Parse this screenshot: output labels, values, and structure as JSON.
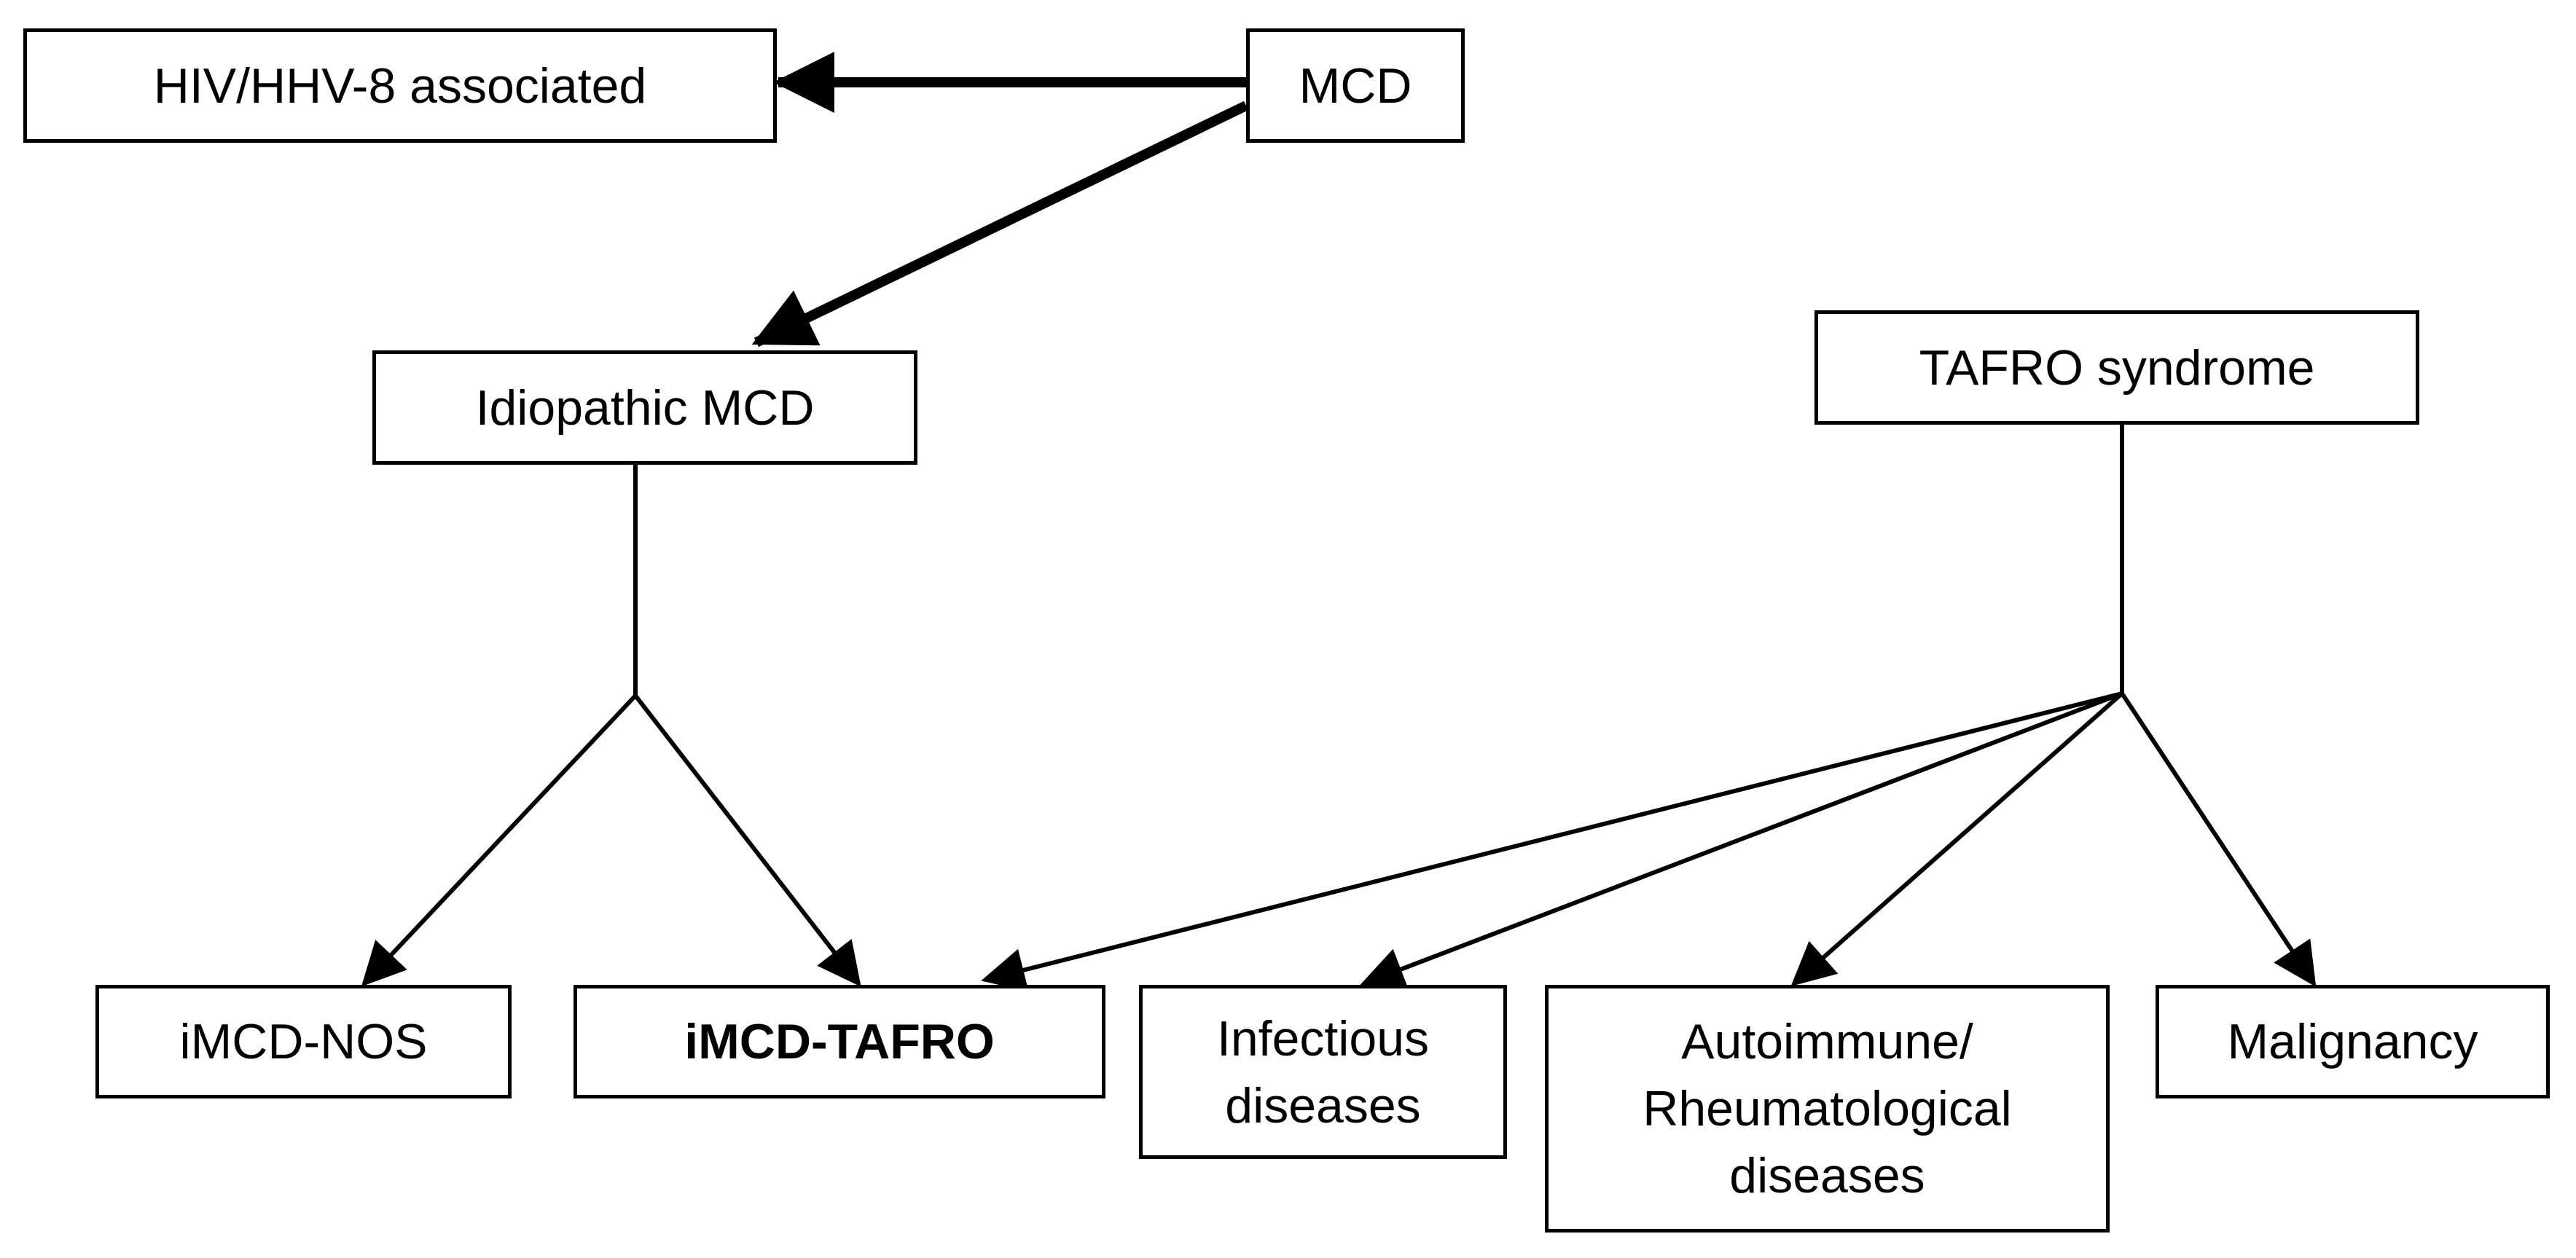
{
  "nodes": {
    "hiv": "HIV/HHV-8 associated",
    "mcd": "MCD",
    "idiopathic": "Idiopathic MCD",
    "tafro": "TAFRO syndrome",
    "imcd_nos": "iMCD-NOS",
    "imcd_tafro": "iMCD-TAFRO",
    "infectious": "Infectious\ndiseases",
    "autoimmune": "Autoimmune/\nRheumatological\ndiseases",
    "malignancy": "Malignancy"
  },
  "edges": [
    {
      "from": "mcd",
      "to": "hiv",
      "weight": "thick"
    },
    {
      "from": "mcd",
      "to": "idiopathic",
      "weight": "thick"
    },
    {
      "from": "idiopathic",
      "to": "imcd_nos",
      "weight": "thin"
    },
    {
      "from": "idiopathic",
      "to": "imcd_tafro",
      "weight": "thin"
    },
    {
      "from": "tafro",
      "to": "imcd_tafro",
      "weight": "thin"
    },
    {
      "from": "tafro",
      "to": "infectious",
      "weight": "thin"
    },
    {
      "from": "tafro",
      "to": "autoimmune",
      "weight": "thin"
    },
    {
      "from": "tafro",
      "to": "malignancy",
      "weight": "thin"
    }
  ],
  "colors": {
    "stroke": "#000000",
    "background": "#ffffff"
  }
}
